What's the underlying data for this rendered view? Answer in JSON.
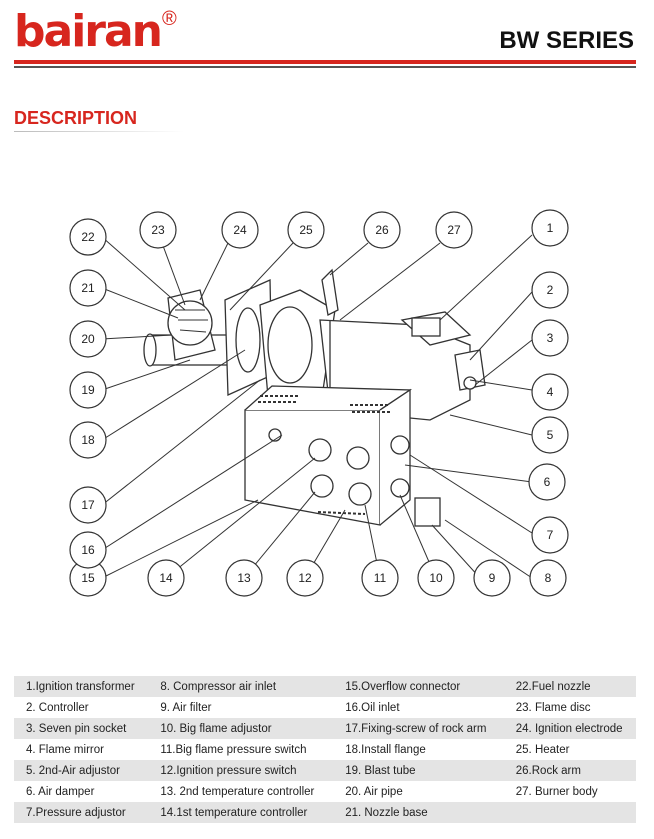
{
  "header": {
    "brand": "bairan",
    "registered": "®",
    "series": "BW SERIES"
  },
  "section_title": "DESCRIPTION",
  "callout_numbers": [
    "1",
    "2",
    "3",
    "4",
    "5",
    "6",
    "7",
    "8",
    "9",
    "10",
    "11",
    "12",
    "13",
    "14",
    "15",
    "16",
    "17",
    "18",
    "19",
    "20",
    "21",
    "22",
    "23",
    "24",
    "25",
    "26",
    "27"
  ],
  "legend": [
    [
      "1.Ignition transformer",
      "8. Compressor air inlet",
      "15.Overflow connector",
      "22.Fuel nozzle"
    ],
    [
      "2. Controller",
      "9. Air filter",
      "16.Oil inlet",
      "23. Flame disc"
    ],
    [
      "3. Seven pin socket",
      "10. Big flame adjustor",
      "17.Fixing-screw of rock arm",
      "24. Ignition electrode"
    ],
    [
      "4. Flame mirror",
      "11.Big flame pressure switch",
      "18.Install flange",
      "25. Heater"
    ],
    [
      "5. 2nd-Air adjustor",
      "12.Ignition pressure switch",
      "19. Blast tube",
      "26.Rock arm"
    ],
    [
      "6. Air damper",
      "13. 2nd temperature controller",
      "20. Air pipe",
      "27. Burner body"
    ],
    [
      "7.Pressure adjustor",
      "14.1st temperature controller",
      "21. Nozzle base",
      ""
    ]
  ]
}
